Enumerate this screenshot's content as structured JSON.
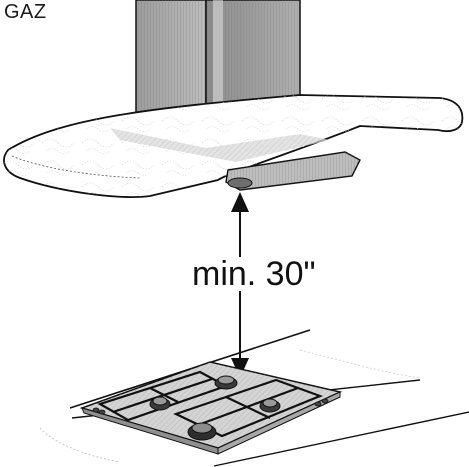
{
  "header": {
    "label": "GAZ"
  },
  "dimension": {
    "label": "min. 30\""
  },
  "colors": {
    "line": "#111111",
    "shade_light": "#e8e8e8",
    "shade_mid": "#c9c9c9",
    "shade_dark": "#8c8c8c",
    "paper": "#ffffff"
  },
  "icons": {
    "arrow_up": "double-headed-dimension-arrow"
  }
}
